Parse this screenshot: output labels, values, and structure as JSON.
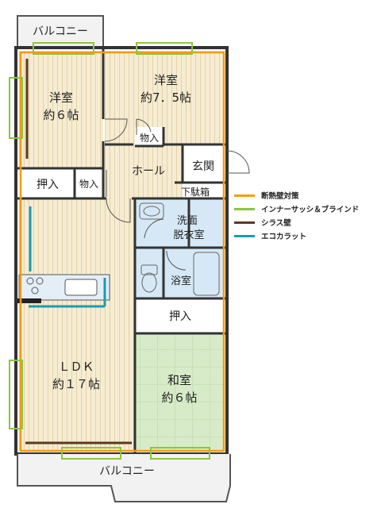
{
  "rooms": {
    "balcony_top": "バルコニー",
    "western_room_1_name": "洋室",
    "western_room_1_size": "約６帖",
    "western_room_2_name": "洋室",
    "western_room_2_size": "約7．5帖",
    "storage_top": "物入",
    "hall": "ホール",
    "entrance": "玄関",
    "shoe_cabinet": "下駄箱",
    "closet_left": "押入",
    "storage_left": "物入",
    "washroom": "洗面\n脱衣室",
    "bathroom": "浴室",
    "closet_center": "押入",
    "ldk_name": "ＬＤＫ",
    "ldk_size": "約１７帖",
    "japanese_room_name": "和室",
    "japanese_room_size": "約６帖",
    "balcony_bottom": "バルコニー"
  },
  "legend": [
    {
      "label": "断熱壁対策",
      "color": "#f39c12"
    },
    {
      "label": "インナーサッシ＆ブラインド",
      "color": "#8cc63f"
    },
    {
      "label": "シラス壁",
      "color": "#5b3a1e"
    },
    {
      "label": "エコカラット",
      "color": "#1a9cb0"
    }
  ]
}
